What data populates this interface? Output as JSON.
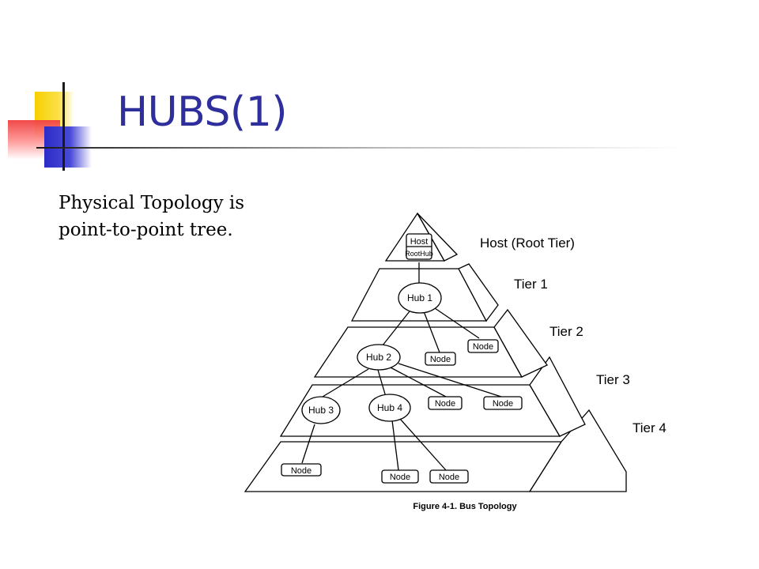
{
  "slide": {
    "title": "HUBS(1)",
    "body_lines": [
      "Physical Topology is",
      "point-to-point tree."
    ]
  },
  "diagram": {
    "tiers": [
      {
        "label": "Host (Root Tier)",
        "nodes": [
          "Host",
          "RootHub"
        ]
      },
      {
        "label": "Tier 1",
        "nodes": [
          "Hub 1"
        ]
      },
      {
        "label": "Tier 2",
        "nodes": [
          "Hub 2",
          "Node",
          "Node"
        ]
      },
      {
        "label": "Tier 3",
        "nodes": [
          "Hub 3",
          "Hub 4",
          "Node",
          "Node"
        ]
      },
      {
        "label": "Tier 4",
        "nodes": [
          "Node",
          "Node",
          "Node"
        ]
      }
    ],
    "caption": "Figure 4-1.  Bus Topology"
  }
}
